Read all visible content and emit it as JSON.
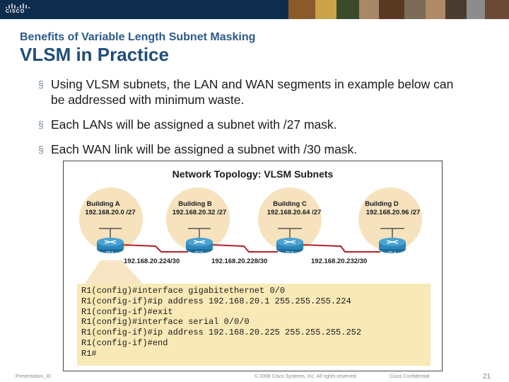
{
  "header": {
    "logo_text": "CISCO",
    "subtitle": "Benefits of Variable Length Subnet Masking",
    "title": "VLSM in Practice"
  },
  "bullets": [
    "Using VLSM subnets, the LAN and WAN segments in example below can be addressed with minimum waste.",
    "Each LANs will be assigned a subnet with /27 mask.",
    "Each WAN link will be assigned a subnet with /30 mask."
  ],
  "figure": {
    "title": "Network Topology: VLSM Subnets",
    "buildings": [
      {
        "name": "Building A",
        "subnet": "192.168.20.0 /27"
      },
      {
        "name": "Building B",
        "subnet": "192.168.20.32 /27"
      },
      {
        "name": "Building C",
        "subnet": "192.168.20.64 /27"
      },
      {
        "name": "Building D",
        "subnet": "192.168.20.96 /27"
      }
    ],
    "routers": [
      "R1",
      "R2",
      "R3",
      "R4"
    ],
    "wan_links": [
      "192.168.20.224/30",
      "192.168.20.228/30",
      "192.168.20.232/30"
    ],
    "cli_lines": [
      {
        "text": "R1(config)#interface gigabitethernet 0/0"
      },
      {
        "text": "R1(config-if)#ip address 192.168.20.1 255.255.255.224"
      },
      {
        "text": "R1(config-if)#exit"
      },
      {
        "text": "R1(config)#interface serial 0/0/0"
      },
      {
        "text": "R1(config-if)#ip address 192.168.20.225 255.255.255.252"
      },
      {
        "text": "R1(config-if)#end"
      },
      {
        "text": "R1#"
      }
    ],
    "colors": {
      "building_circle": "#f6e2bd",
      "router": "#2e86b8",
      "link": "#b3202a",
      "cli_bg": "#f8e9b6"
    }
  },
  "footer": {
    "left": "Presentation_ID",
    "center": "© 2008 Cisco Systems, Inc. All rights reserved.",
    "right": "Cisco Confidential",
    "page": "21"
  }
}
